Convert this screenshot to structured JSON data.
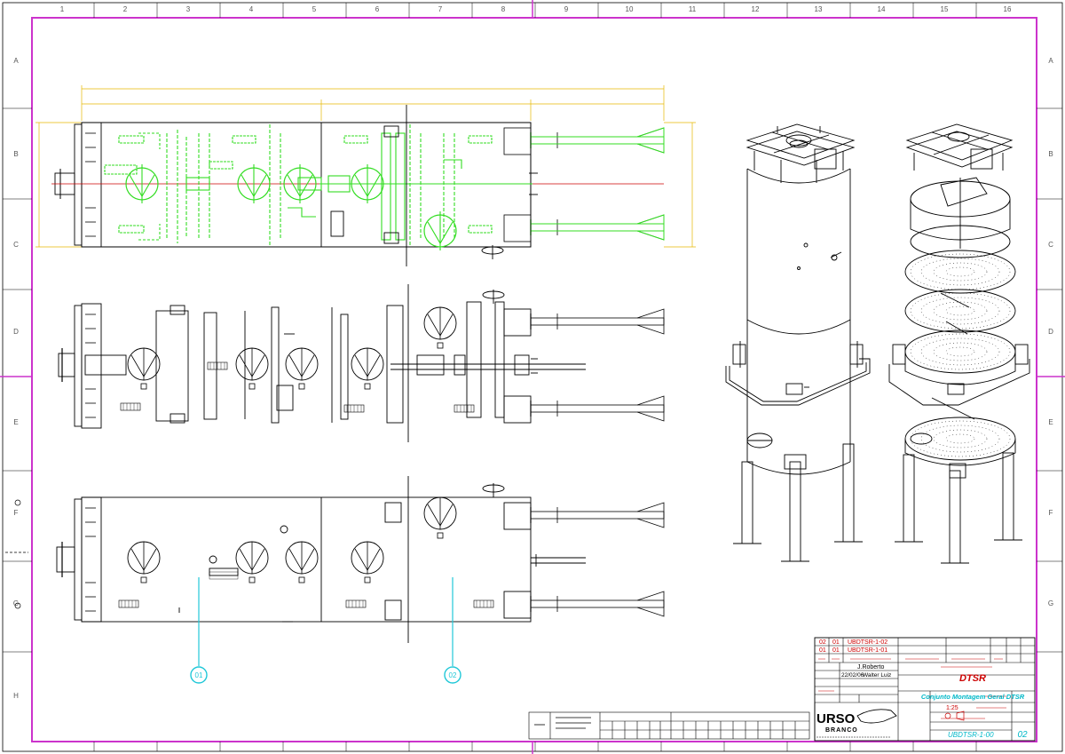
{
  "border": {
    "columns": [
      "1",
      "2",
      "3",
      "4",
      "5",
      "6",
      "7",
      "8",
      "9",
      "10",
      "11",
      "12",
      "13",
      "14",
      "15",
      "16"
    ],
    "rows": [
      "A",
      "B",
      "C",
      "D",
      "E",
      "F",
      "G",
      "H"
    ]
  },
  "balloons": [
    "01",
    "02"
  ],
  "colors": {
    "frame": "#cc33cc",
    "drawing": "#000000",
    "green": "#33dd22",
    "dim": "#e6b800",
    "balloon": "#22c8d8",
    "title_red": "#cc0000",
    "title_cyan": "#00b8c8",
    "axis": "#cc0000"
  },
  "revisions": [
    {
      "rev": "02",
      "qty": "01",
      "code": "UBDTSR-1-02"
    },
    {
      "rev": "01",
      "qty": "01",
      "code": "UBDTSR-1-01"
    }
  ],
  "title_block": {
    "project": "DTSR",
    "subtitle": "Conjunto Montagem Geral DTSR",
    "scale_value": "1:25",
    "drawing_number": "UBDTSR-1-00",
    "sheet": "02",
    "drawn_by": "J.Roberto",
    "checked_by": "Walter Luiz",
    "date": "22/02/06",
    "company_main": "URSO",
    "company_sub": "BRANCO"
  }
}
